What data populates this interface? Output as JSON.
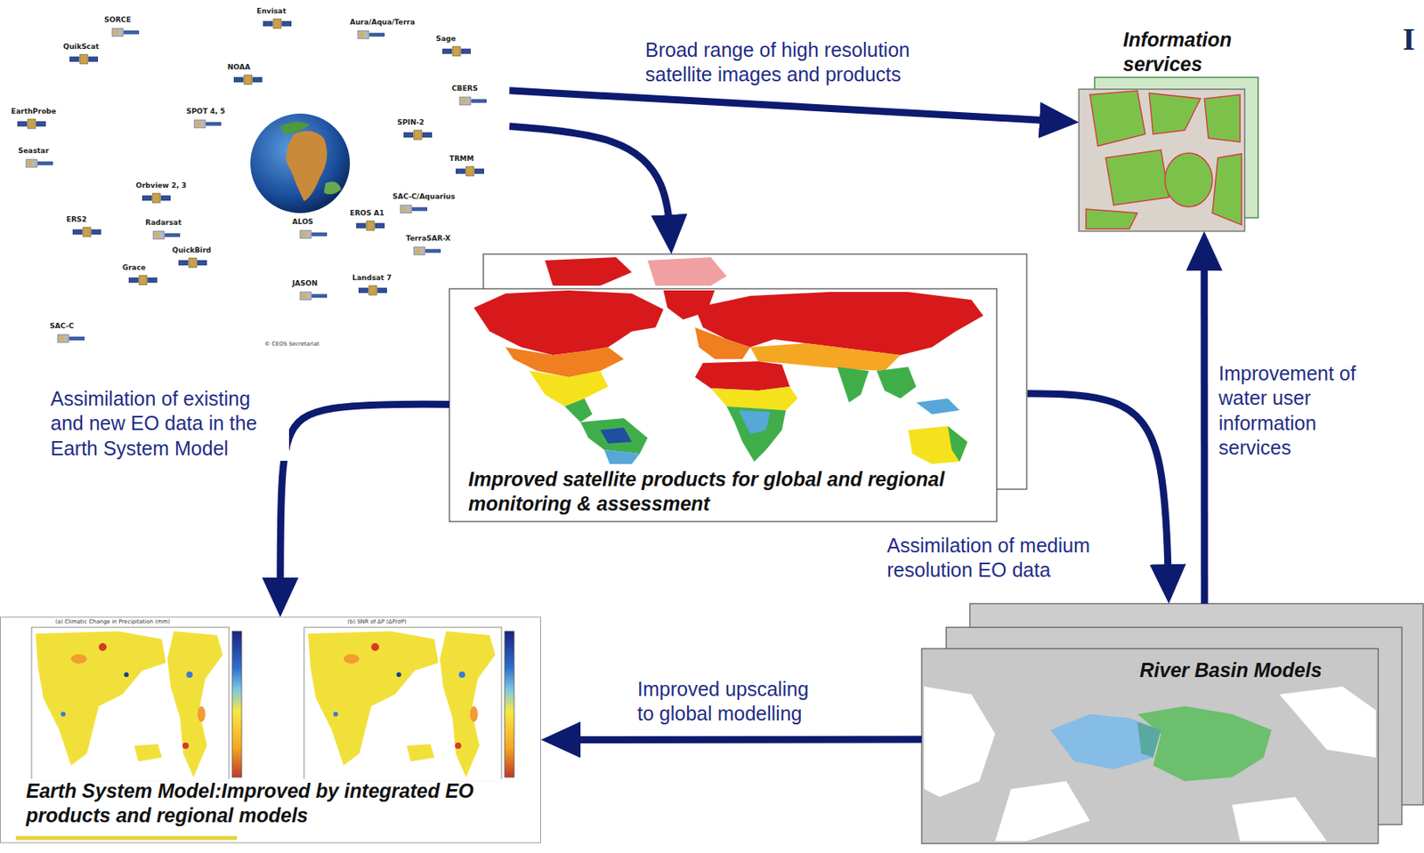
{
  "diagram": {
    "nodes": [
      {
        "text": [
          "QuikScat",
          "SORCE",
          "Envisat",
          "Aura/Aqua/Terra",
          "Sage",
          "NOAA",
          "CBERS",
          "EarthProbe",
          "SPOT 4, 5",
          "SPIN-2",
          "Seastar",
          "Orbview 2, 3",
          "TRMM",
          "SAC-C/Aquarius",
          "ERS2",
          "Radarsat",
          "QuickBird",
          "ALOS",
          "EROS A1",
          "TerraSAR-X",
          "Grace",
          "JASON",
          "Landsat 7",
          "SAC-C"
        ]
      },
      {
        "text": [
          "Information services"
        ]
      },
      {
        "text": [
          "Improved satellite products for global and regional monitoring & assessment"
        ]
      },
      {
        "text": [
          "Earth System Model:Improved by integrated EO products and regional models"
        ]
      },
      {
        "text": [
          "River Basin Models"
        ]
      }
    ],
    "edges": [
      {
        "from": 0,
        "to": 1,
        "label": "Broad range of high resolution satellite images and products",
        "arrow": "to"
      },
      {
        "from": 0,
        "to": 2,
        "arrow": "to"
      },
      {
        "from": 2,
        "to": 3,
        "label": "Assimilation of existing and new EO data in the Earth System Model",
        "arrow": "to"
      },
      {
        "from": 2,
        "to": 4,
        "label": "Assimilation of medium resolution EO data",
        "arrow": "to"
      },
      {
        "from": 4,
        "to": 1,
        "label": "Improvement of water user information services",
        "arrow": "to"
      },
      {
        "from": 4,
        "to": 3,
        "label": "Improved upscaling to global modelling",
        "arrow": "to"
      }
    ],
    "labels": [
      "I",
      "© CEOS Secretariat",
      "(a) Climatic Change in Precipitation (mm)",
      "(b) SNR of ΔP (ΔP/σP)"
    ]
  }
}
